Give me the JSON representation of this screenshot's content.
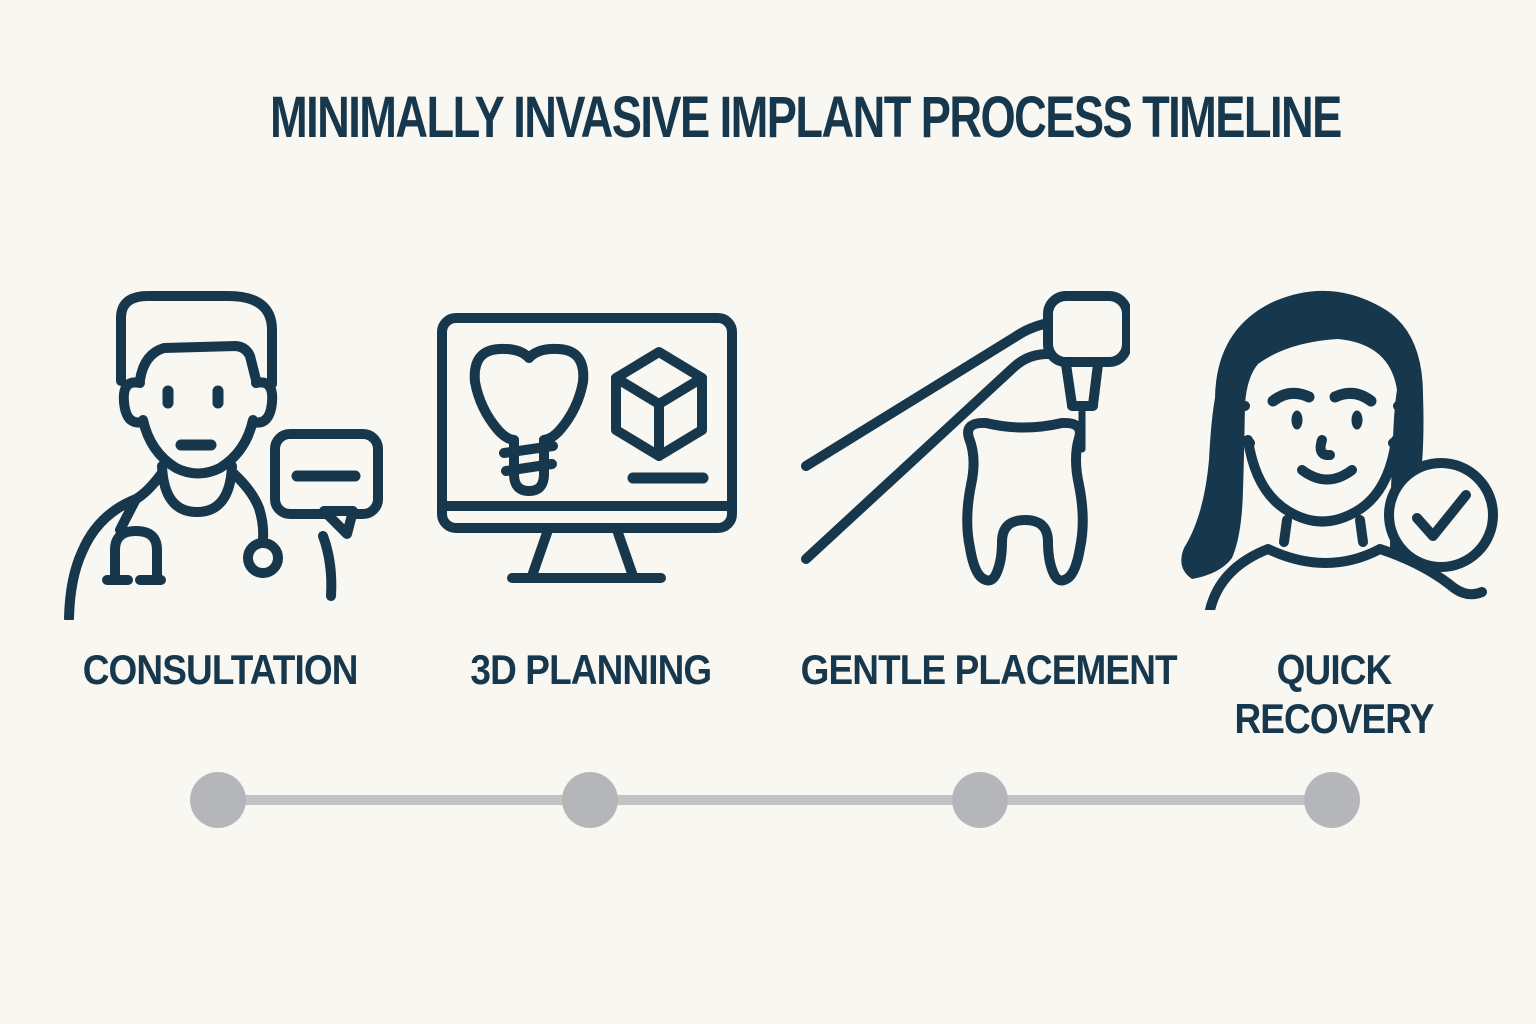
{
  "title": "MINIMALLY INVASIVE IMPLANT PROCESS TIMELINE",
  "steps": [
    {
      "label": "CONSULTATION",
      "icon": "doctor-speech-bubble-icon"
    },
    {
      "label": "3D PLANNING",
      "icon": "monitor-implant-cube-icon"
    },
    {
      "label": "GENTLE PLACEMENT",
      "icon": "dental-handpiece-tooth-icon"
    },
    {
      "label": "QUICK RECOVERY",
      "icon": "patient-checkmark-icon"
    }
  ],
  "timeline": {
    "node_count": 4
  },
  "colors": {
    "background": "#f9f7f1",
    "ink": "#17374d",
    "timeline_dot": "#b4b6b9",
    "timeline_line": "#c1c3c5"
  }
}
